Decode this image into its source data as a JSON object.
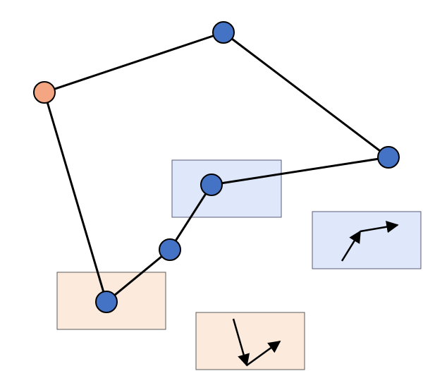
{
  "colors": {
    "background": "#ffffff",
    "node_fill": "#4472c4",
    "start_node_fill": "#f4a582",
    "stroke": "#000000",
    "blue_box_fill": "#dfe8fb",
    "blue_box_stroke": "#5a5a7a",
    "peach_box_fill": "#fcebdd",
    "peach_box_stroke": "#5a5a5a"
  },
  "diagram": {
    "nodes": [
      {
        "id": "n1",
        "kind": "start"
      },
      {
        "id": "n2",
        "kind": "regular"
      },
      {
        "id": "n3",
        "kind": "regular"
      },
      {
        "id": "n4",
        "kind": "regular"
      },
      {
        "id": "n5",
        "kind": "regular"
      },
      {
        "id": "n6",
        "kind": "regular"
      }
    ],
    "edges": [
      {
        "from": "n1",
        "to": "n2"
      },
      {
        "from": "n2",
        "to": "n3"
      },
      {
        "from": "n3",
        "to": "n4"
      },
      {
        "from": "n4",
        "to": "n5"
      },
      {
        "from": "n5",
        "to": "n6"
      },
      {
        "from": "n6",
        "to": "n1"
      }
    ],
    "boxes": [
      {
        "id": "box-blue-center",
        "style": "blue"
      },
      {
        "id": "box-peach-left",
        "style": "peach"
      },
      {
        "id": "box-blue-right-glyph",
        "style": "blue",
        "glyph": "arrow-pair-icon"
      },
      {
        "id": "box-peach-bottom-glyph",
        "style": "peach",
        "glyph": "arrow-pair-icon"
      }
    ]
  }
}
